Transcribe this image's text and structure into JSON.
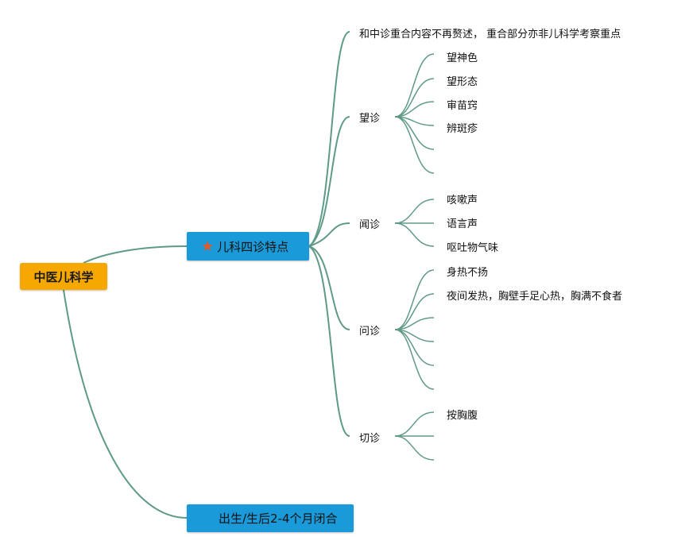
{
  "root": "中医儿科学",
  "branches": [
    {
      "label": "儿科四诊特点",
      "icon": "star-icon"
    },
    {
      "label": "出生/生后2-4个月闭合"
    }
  ],
  "note": "和中诊重合内容不再赘述， 重合部分亦非儿科学考察重点",
  "wang": {
    "label": "望诊",
    "items": [
      "望神色",
      "望形态",
      "审苗窍",
      "辨斑疹"
    ]
  },
  "wen_listen": {
    "label": "闻诊",
    "items": [
      "咳嗽声",
      "语言声",
      "呕吐物气味"
    ]
  },
  "wen_ask": {
    "label": "问诊",
    "items": [
      "身热不扬",
      "夜间发热，胸壁手足心热，胸满不食者"
    ]
  },
  "qie": {
    "label": "切诊",
    "items": [
      "按胸腹"
    ]
  },
  "colors": {
    "root": "#f7a800",
    "branch": "#1a9ad8",
    "line": "#5f9a86",
    "star": "#e05a2a"
  }
}
